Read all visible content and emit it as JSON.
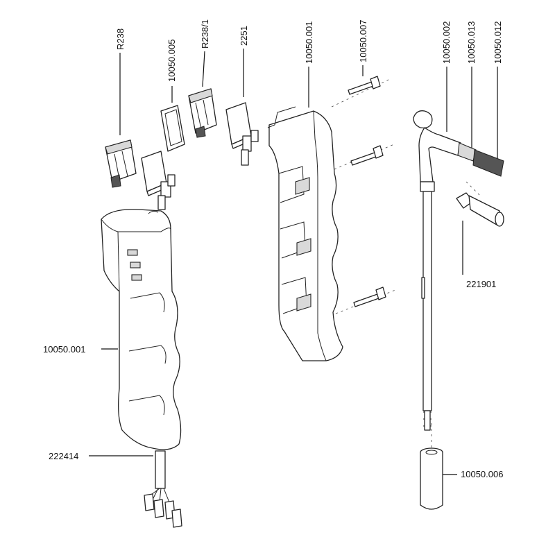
{
  "labels": {
    "r238": "R238",
    "p10050_005": "10050.005",
    "r238_1": "R238/1",
    "p2251": "2251",
    "p10050_001_top": "10050.001",
    "p10050_007": "10050.007",
    "p10050_002": "10050.002",
    "p10050_013": "10050.013",
    "p10050_012": "10050.012",
    "p221901": "221901",
    "p10050_001_left": "10050.001",
    "p222414": "222414",
    "p10050_006": "10050.006"
  }
}
